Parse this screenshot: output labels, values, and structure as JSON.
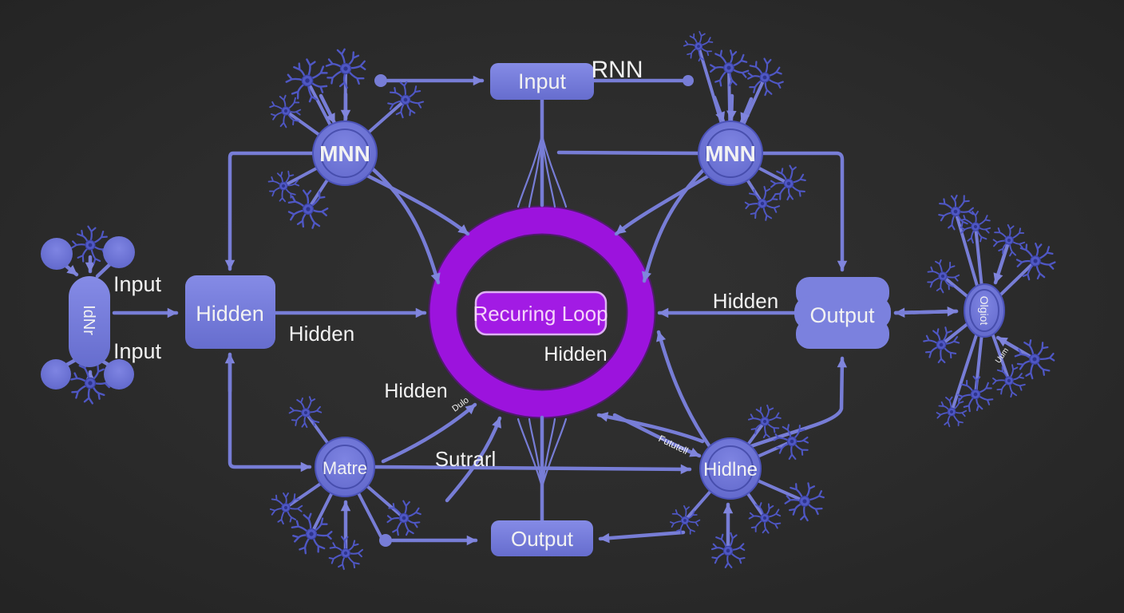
{
  "colors": {
    "bg": "#2b2b2b",
    "line": "#777dd6",
    "node-fill": "#7d83e0",
    "node-fill-2": "#666dce",
    "circle-fill": "#6d74d8",
    "circle-stroke": "#4c53b8",
    "inner-ring": "#3c43a0",
    "neuron": "#4f57c4",
    "ring": "#9c13dd",
    "loop-fill": "#a21be4",
    "loop-border": "#ddb0f2",
    "loop-text": "#f6d4fa",
    "text": "#f2f2f2"
  },
  "labels": {
    "input_top": "Input",
    "rnn": "RNN",
    "mnn_left": "MNN",
    "mnn_right": "MNN",
    "capsule": "IdNr",
    "input_upper": "Input",
    "input_lower": "Input",
    "hidden_box": "Hidden",
    "hidden_mid": "Hidden",
    "recuring_loop": "Recuring Loop",
    "hidden_inner": "Hidden",
    "hidden_lower_left": "Hidden",
    "hidden_right": "Hidden",
    "output_right": "Output",
    "matre": "Matre",
    "sutrarl": "Sutrarl",
    "hidlne": "Hidlne",
    "output_bottom": "Output",
    "ellipse_right": "Olgiot",
    "dulo": "Dulo",
    "fututell": "Fututell",
    "uum": "Uum"
  }
}
